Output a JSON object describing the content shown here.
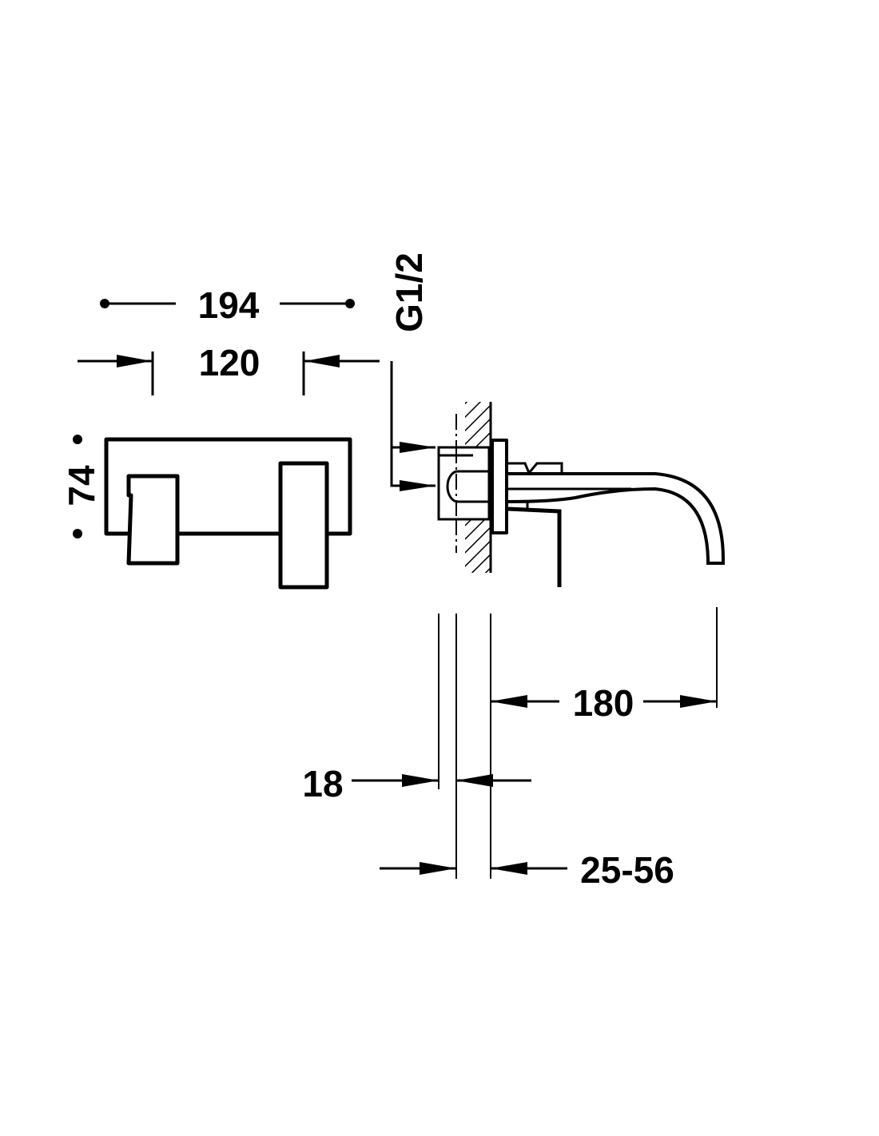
{
  "title": "Wall-mounted basin mixer dimension drawing",
  "dimensions": {
    "overall_width": "194",
    "handle_spacing": "120",
    "plate_height": "74",
    "connection": "G1/2",
    "spout_projection": "180",
    "plate_depth": "18",
    "wall_range": "25-56"
  },
  "colors": {
    "line": "#000000",
    "background": "#ffffff"
  }
}
